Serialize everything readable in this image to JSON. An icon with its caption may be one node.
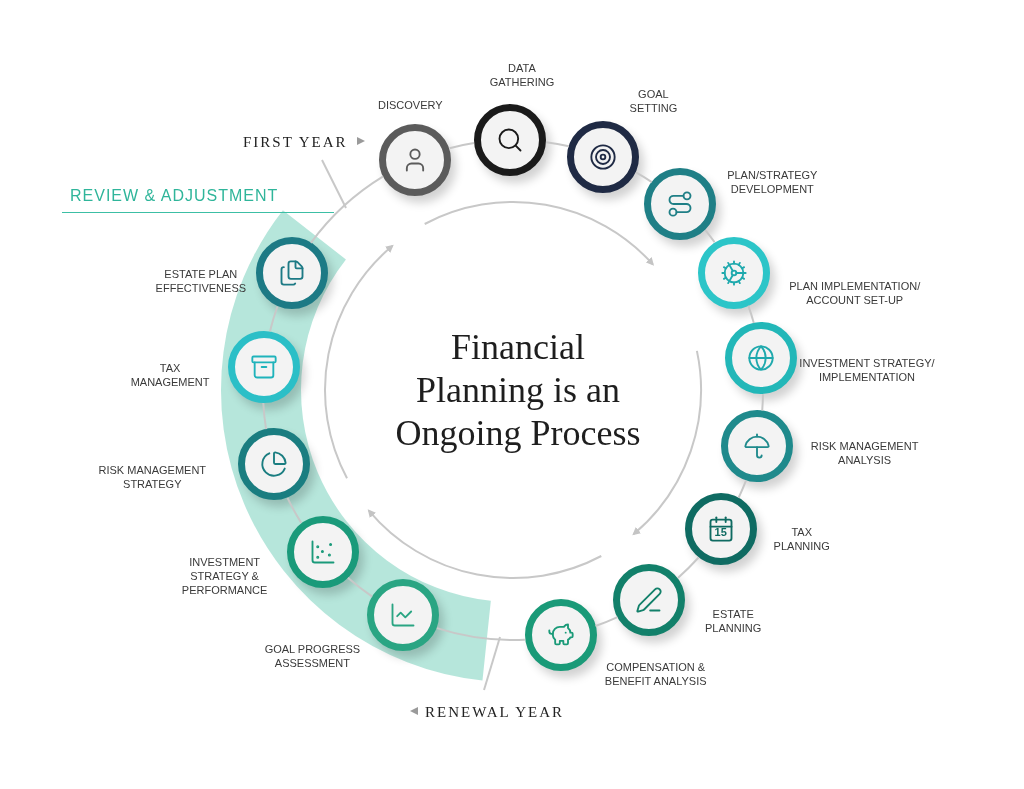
{
  "diagram": {
    "title": "Financial Planning is an Ongoing Process",
    "nodes": [
      {
        "text": [],
        "shape": "circle",
        "beside": [
          "DISCOVERY"
        ]
      },
      {
        "text": [],
        "shape": "circle",
        "beside": [
          "DATA GATHERING"
        ]
      },
      {
        "text": [],
        "shape": "circle",
        "beside": [
          "GOAL SETTING"
        ]
      },
      {
        "text": [],
        "shape": "circle",
        "beside": [
          "PLAN/STRATEGY DEVELOPMENT"
        ]
      },
      {
        "text": [],
        "shape": "circle",
        "beside": [
          "PLAN IMPLEMENTATION/ ACCOUNT SET-UP"
        ]
      },
      {
        "text": [],
        "shape": "circle",
        "beside": [
          "INVESTMENT STRATEGY/ IMPLEMENTATION"
        ]
      },
      {
        "text": [],
        "shape": "circle",
        "beside": [
          "RISK MANAGEMENT ANALYSIS"
        ]
      },
      {
        "text": [],
        "shape": "circle",
        "beside": [
          "TAX PLANNING"
        ]
      },
      {
        "text": [],
        "shape": "circle",
        "beside": [
          "ESTATE PLANNING"
        ]
      },
      {
        "text": [],
        "shape": "circle",
        "beside": [
          "COMPENSATION & BENEFIT ANALYSIS"
        ]
      },
      {
        "text": [],
        "shape": "circle",
        "beside": [
          "GOAL PROGRESS ASSESSMENT"
        ]
      },
      {
        "text": [],
        "shape": "circle",
        "beside": [
          "INVESTMENT STRATEGY & PERFORMANCE"
        ]
      },
      {
        "text": [],
        "shape": "circle",
        "beside": [
          "RISK MANAGEMENT STRATEGY"
        ]
      },
      {
        "text": [],
        "shape": "circle",
        "beside": [
          "TAX MANAGEMENT"
        ]
      },
      {
        "text": [],
        "shape": "circle",
        "beside": [
          "ESTATE PLAN EFFECTIVENESS"
        ]
      }
    ],
    "edges": [
      {
        "from": 0,
        "to": 1,
        "arrow": "none"
      },
      {
        "from": 1,
        "to": 2,
        "arrow": "none"
      },
      {
        "from": 2,
        "to": 3,
        "arrow": "none"
      },
      {
        "from": 3,
        "to": 4,
        "arrow": "none"
      },
      {
        "from": 4,
        "to": 5,
        "arrow": "none"
      },
      {
        "from": 5,
        "to": 6,
        "arrow": "none"
      },
      {
        "from": 6,
        "to": 7,
        "arrow": "none"
      },
      {
        "from": 7,
        "to": 8,
        "arrow": "none"
      },
      {
        "from": 8,
        "to": 9,
        "arrow": "none"
      },
      {
        "from": 9,
        "to": 10,
        "arrow": "none"
      },
      {
        "from": 10,
        "to": 11,
        "arrow": "none"
      },
      {
        "from": 11,
        "to": 12,
        "arrow": "none"
      },
      {
        "from": 12,
        "to": 13,
        "arrow": "none"
      },
      {
        "from": 13,
        "to": 14,
        "arrow": "none"
      },
      {
        "from": 14,
        "to": 0,
        "arrow": "none"
      }
    ],
    "labels": [
      "FIRST YEAR",
      "REVIEW & ADJUSTMENT",
      "15",
      "RENEWAL YEAR"
    ]
  }
}
